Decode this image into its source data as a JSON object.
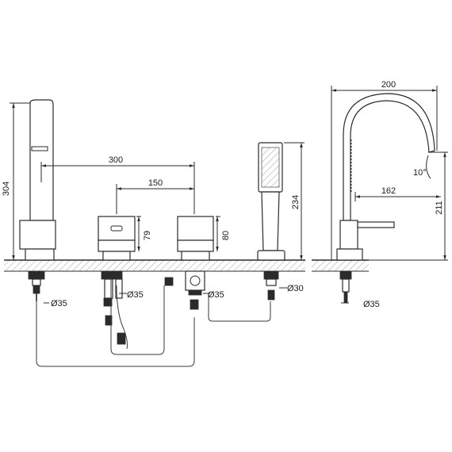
{
  "colors": {
    "ink": "#2b2b2b",
    "counter_hatch": "#777777",
    "background": "#ffffff"
  },
  "dimensions": {
    "height_spout": "304",
    "spacing_outer": "300",
    "spacing_inner": "150",
    "height_valve_left": "79",
    "height_valve_right": "80",
    "height_handshower": "234",
    "width_side": "200",
    "angle_side": "10°",
    "reach_side": "162",
    "height_side": "211",
    "diameter_spout_base": "Ø35",
    "diameter_valve_left": "Ø35",
    "diameter_valve_right": "Ø35",
    "diameter_handshower": "Ø30",
    "diameter_side_base": "Ø35"
  }
}
